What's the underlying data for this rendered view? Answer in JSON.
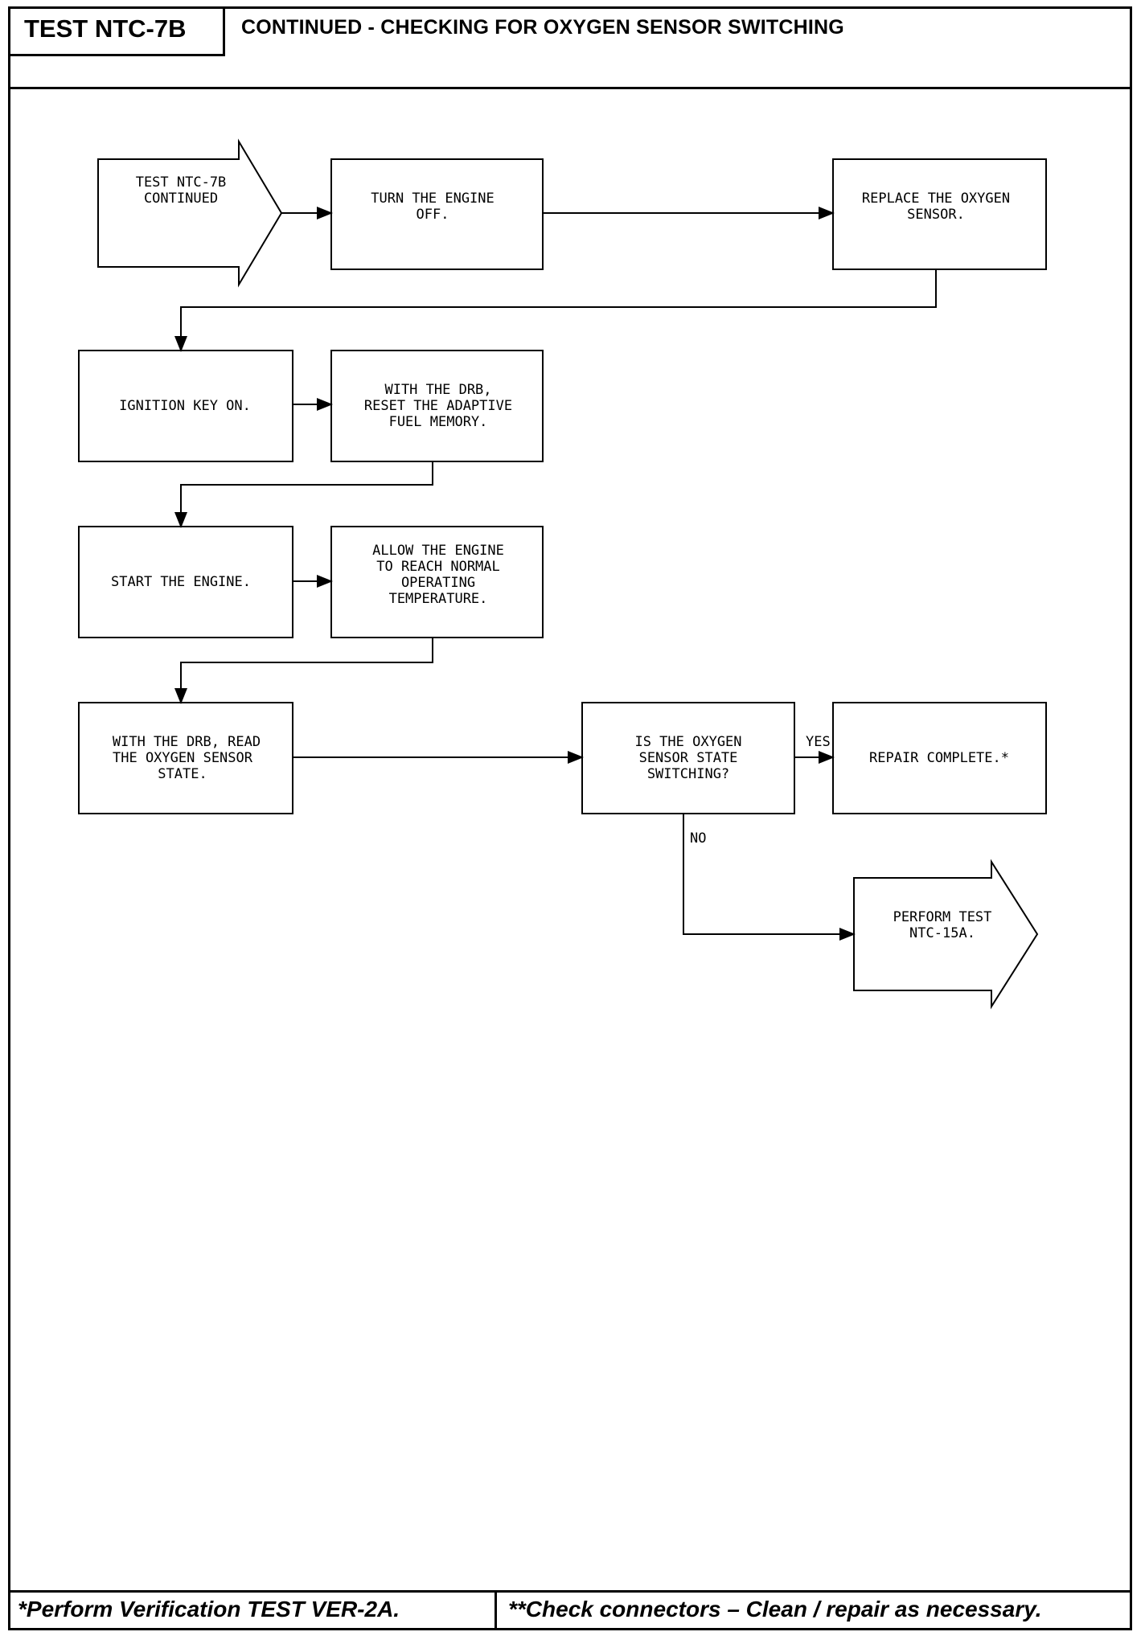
{
  "header": {
    "test_id": "TEST NTC-7B",
    "title": "CONTINUED - CHECKING FOR OXYGEN SENSOR SWITCHING"
  },
  "footer": {
    "left_note": "*Perform Verification TEST VER-2A.",
    "right_note": "**Check connectors – Clean / repair as necessary."
  },
  "flowchart": {
    "start": [
      "TEST NTC-7B",
      "CONTINUED"
    ],
    "turn_off": [
      "TURN THE ENGINE",
      "OFF."
    ],
    "replace_sensor": [
      "REPLACE THE OXYGEN",
      "SENSOR."
    ],
    "ignition_on": [
      "IGNITION KEY ON."
    ],
    "reset_memory": [
      "WITH THE DRB,",
      "RESET THE ADAPTIVE",
      "FUEL MEMORY."
    ],
    "start_engine": [
      "START THE ENGINE."
    ],
    "warm_up": [
      "ALLOW THE ENGINE",
      "TO REACH NORMAL",
      "OPERATING",
      "TEMPERATURE."
    ],
    "read_state": [
      "WITH THE DRB, READ",
      "THE OXYGEN SENSOR",
      "STATE."
    ],
    "decision": [
      "IS THE OXYGEN",
      "SENSOR STATE",
      "SWITCHING?"
    ],
    "repair_complete": [
      "REPAIR COMPLETE.*"
    ],
    "perform_test": [
      "PERFORM TEST",
      "NTC-15A."
    ],
    "yes_label": "YES",
    "no_label": "NO"
  }
}
